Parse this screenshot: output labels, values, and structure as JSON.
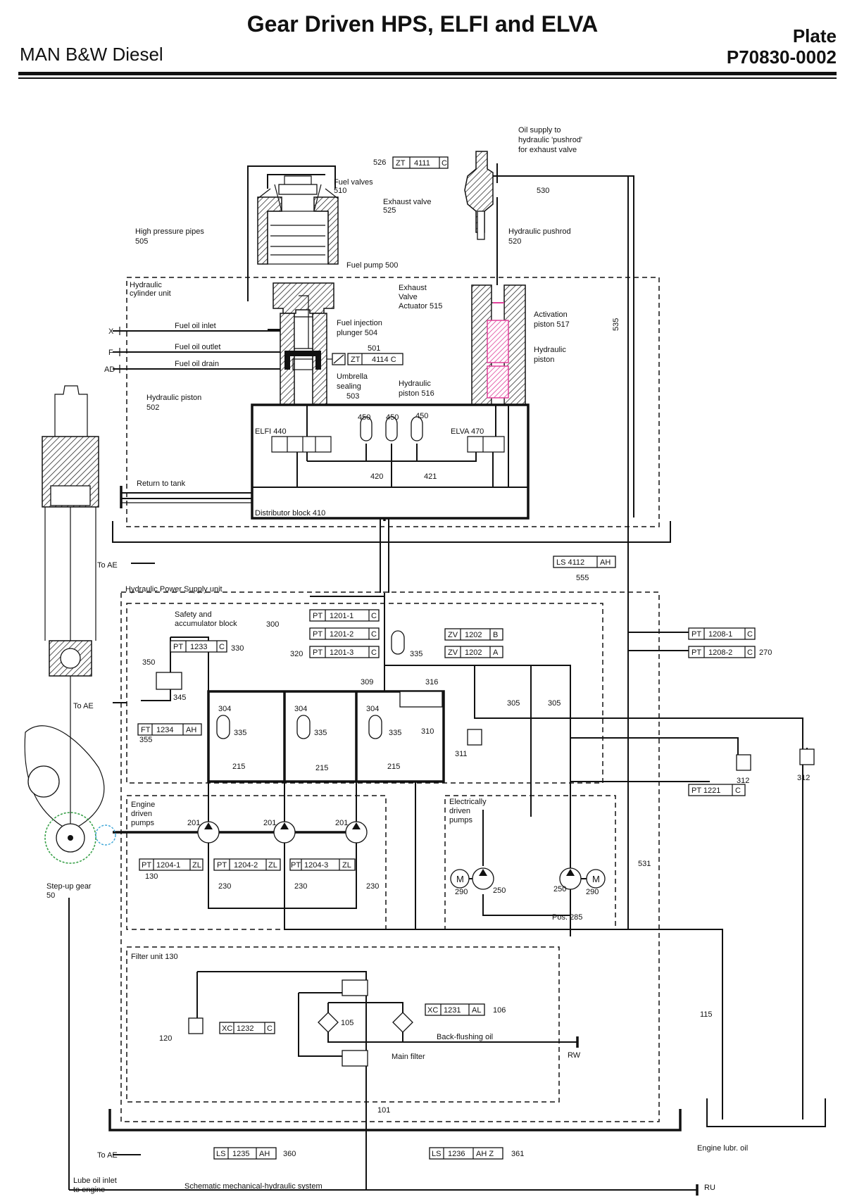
{
  "header": {
    "title": "Gear Driven HPS, ELFI and ELVA",
    "brand": "MAN B&W Diesel",
    "plate_label": "Plate",
    "plate_number": "P70830-0002"
  },
  "labels": {
    "oil_supply": [
      "Oil supply to",
      "hydraulic 'pushrod'",
      "for exhaust valve"
    ],
    "n526": "526",
    "n530": "530",
    "fuel_valves": [
      "Fuel valves",
      "510"
    ],
    "exhaust_valve": [
      "Exhaust valve",
      "525"
    ],
    "high_pressure_pipes": [
      "High pressure pipes",
      "505"
    ],
    "hydraulic_pushrod": [
      "Hydraulic pushrod",
      "520"
    ],
    "fuel_pump": "Fuel pump 500",
    "hydraulic_cylinder_unit": [
      "Hydraulic",
      "cylinder unit"
    ],
    "exhaust_valve_actuator": [
      "Exhaust",
      "Valve",
      "Actuator 515"
    ],
    "fuel_oil_inlet": "Fuel oil inlet",
    "fuel_oil_outlet": "Fuel oil outlet",
    "fuel_oil_drain": "Fuel oil drain",
    "x": "X",
    "f": "F",
    "ad": "AD",
    "fuel_injection_plunger": [
      "Fuel injection",
      "plunger 504"
    ],
    "n501": "501",
    "activation_piston": [
      "Activation",
      "piston 517"
    ],
    "n535": "535",
    "hydraulic_piston_r": [
      "Hydraulic",
      "piston"
    ],
    "umbrella_sealing": [
      "Umbrella",
      "sealing",
      "503"
    ],
    "hydraulic_piston_516": [
      "Hydraulic",
      "piston  516"
    ],
    "hydraulic_piston_502": [
      "Hydraulic piston",
      "502"
    ],
    "elfi": "ELFI 440",
    "elva": "ELVA 470",
    "n450a": "450",
    "n450b": "450",
    "n450c": "450",
    "n420": "420",
    "n421": "421",
    "return_to_tank": "Return to tank",
    "distributor_block": "Distributor block 410",
    "to_ae_1": "To AE",
    "n555": "555",
    "hps_unit": "Hydraulic Power Supply unit",
    "safety_block": [
      "Safety and",
      "accumulator block"
    ],
    "n300": "300",
    "n320": "320",
    "n330": "330",
    "n335a": "335",
    "n350": "350",
    "n345": "345",
    "n309": "309",
    "n316": "316",
    "to_ae_2": "To AE",
    "n355": "355",
    "n304a": "304",
    "n304b": "304",
    "n304c": "304",
    "n335b": "335",
    "n335c": "335",
    "n335d": "335",
    "n310": "310",
    "n311": "311",
    "n305a": "305",
    "n305b": "305",
    "n270": "270",
    "n312a": "312",
    "n312b": "312",
    "n215a": "215",
    "n215b": "215",
    "n215c": "215",
    "engine_driven_pumps": [
      "Engine",
      "driven",
      "pumps"
    ],
    "n201a": "201",
    "n201b": "201",
    "n201c": "201",
    "electrically_driven_pumps": [
      "Electrically",
      "driven",
      "pumps"
    ],
    "n130": "130",
    "n531": "531",
    "step_up_gear": [
      "Step-up gear",
      "50"
    ],
    "n230a": "230",
    "n230b": "230",
    "n230c": "230",
    "n290a": "290",
    "n290b": "290",
    "n250a": "250",
    "n250b": "250",
    "pos285": "Pos. 285",
    "motor": "M",
    "filter_unit": "Filter unit 130",
    "n106": "106",
    "n105": "105",
    "n120": "120",
    "n115": "115",
    "back_flushing_oil": "Back-flushing oil",
    "rw": "RW",
    "main_filter": "Main filter",
    "n101": "101",
    "to_ae_3": "To AE",
    "n360": "360",
    "n361": "361",
    "engine_lubr_oil": "Engine lubr. oil",
    "lube_oil_inlet": [
      "Lube oil inlet",
      "to engine"
    ],
    "schematic_caption": "Schematic mechanical-hydraulic system",
    "ru": "RU"
  },
  "instruments": {
    "zt4111": [
      "ZT",
      "4111",
      "C"
    ],
    "zt4114": [
      "ZT",
      "4114 C"
    ],
    "ls4112": [
      "LS 4112",
      "AH"
    ],
    "pt1201_1": [
      "PT",
      "1201-1",
      "C"
    ],
    "pt1201_2": [
      "PT",
      "1201-2",
      "C"
    ],
    "pt1201_3": [
      "PT",
      "1201-3",
      "C"
    ],
    "pt1233": [
      "PT",
      "1233",
      "C"
    ],
    "zv1202b": [
      "ZV",
      "1202",
      "B"
    ],
    "zv1202a": [
      "ZV",
      "1202",
      "A"
    ],
    "pt1208_1": [
      "PT",
      "1208-1",
      "C"
    ],
    "pt1208_2": [
      "PT",
      "1208-2",
      "C"
    ],
    "ft1234": [
      "FT",
      "1234",
      "AH"
    ],
    "pt1221": [
      "PT 1221",
      "C"
    ],
    "pt1204_1": [
      "PT",
      "1204-1",
      "ZL"
    ],
    "pt1204_2": [
      "PT",
      "1204-2",
      "ZL"
    ],
    "pt1204_3": [
      "PT",
      "1204-3",
      "ZL"
    ],
    "xc1231": [
      "XC",
      "1231",
      "AL"
    ],
    "xc1232": [
      "XC",
      "1232",
      "C"
    ],
    "ls1235": [
      "LS",
      "1235",
      "AH"
    ],
    "ls1236": [
      "LS",
      "1236",
      "AH  Z"
    ]
  }
}
